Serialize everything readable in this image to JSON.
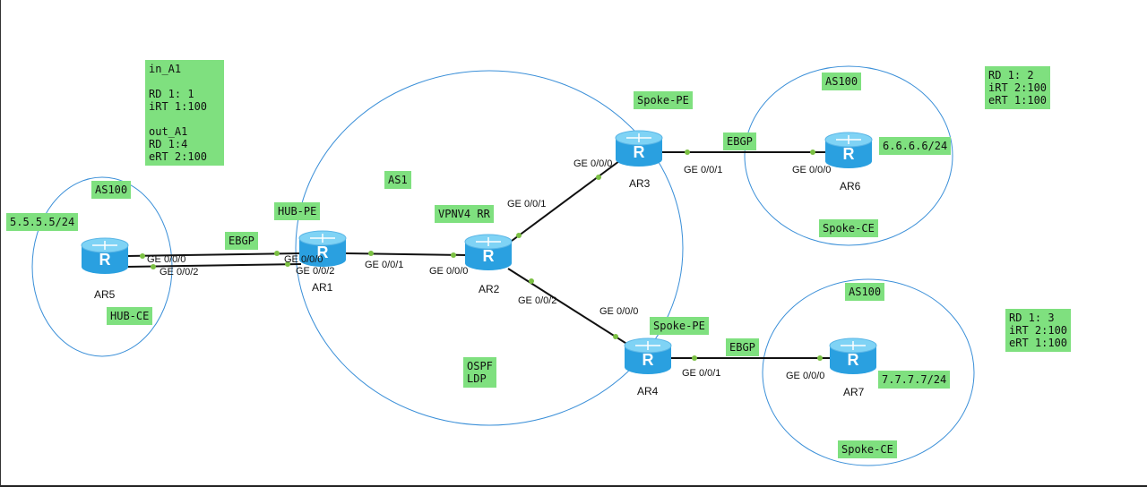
{
  "colors": {
    "label_bg": "#7fe07f",
    "circle_stroke": "#3a8fd8",
    "link": "#111111",
    "port_dot": "#7bc043",
    "router_top": "#7fd3f5",
    "router_body": "#2aa0e0"
  },
  "routers": [
    {
      "id": "AR5",
      "name": "AR5"
    },
    {
      "id": "AR1",
      "name": "AR1"
    },
    {
      "id": "AR2",
      "name": "AR2"
    },
    {
      "id": "AR3",
      "name": "AR3"
    },
    {
      "id": "AR4",
      "name": "AR4"
    },
    {
      "id": "AR6",
      "name": "AR6"
    },
    {
      "id": "AR7",
      "name": "AR7"
    }
  ],
  "router_glyph": "R",
  "labels": {
    "hub_ce_as": "AS100",
    "hub_ce_ip": "5.5.5.5/24",
    "hub_ce_role": "HUB-CE",
    "vpn_hub": "in_A1\n\nRD 1: 1\niRT 1:100\n\nout_A1\nRD 1:4\neRT 2:100",
    "ebgp_hub": "EBGP",
    "hub_pe": "HUB-PE",
    "as1": "AS1",
    "vpnv4_rr": "VPNV4 RR",
    "spoke_pe_top": "Spoke-PE",
    "ebgp_top": "EBGP",
    "as100_top": "AS100",
    "ip_ar6": "6.6.6.6/24",
    "spoke_ce_top": "Spoke-CE",
    "vpn_ar6": "RD 1: 2\niRT 2:100\neRT 1:100",
    "ospf_ldp": "OSPF\nLDP",
    "spoke_pe_bottom": "Spoke-PE",
    "ebgp_bottom": "EBGP",
    "as100_bottom": "AS100",
    "ip_ar7": "7.7.7.7/24",
    "spoke_ce_bottom": "Spoke-CE",
    "vpn_ar7": "RD 1: 3\niRT 2:100\neRT 1:100"
  },
  "interfaces": {
    "ar5_ge000": "GE 0/0/0",
    "ar5_ge002": "GE 0/0/2",
    "ar1_ge000": "GE 0/0/0",
    "ar1_ge002": "GE 0/0/2",
    "ar1_ge001": "GE 0/0/1",
    "ar2_ge000": "GE 0/0/0",
    "ar2_ge001": "GE 0/0/1",
    "ar2_ge002": "GE 0/0/2",
    "ar3_ge000": "GE 0/0/0",
    "ar3_ge001": "GE 0/0/1",
    "ar6_ge000": "GE 0/0/0",
    "ar4_ge000": "GE 0/0/0",
    "ar4_ge001": "GE 0/0/1",
    "ar7_ge000": "GE 0/0/0"
  }
}
